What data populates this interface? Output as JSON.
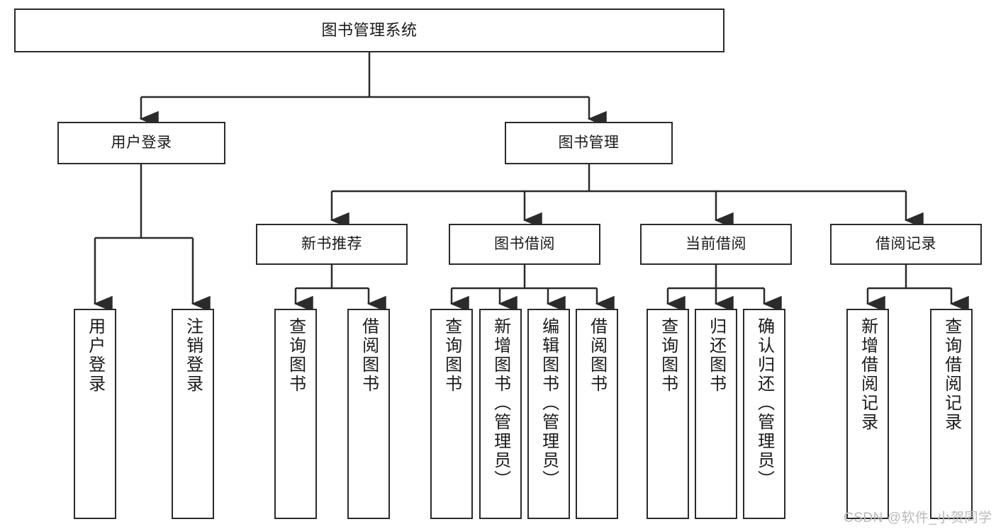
{
  "diagram": {
    "title": "图书管理系统",
    "type": "hierarchy-tree",
    "root": {
      "label": "图书管理系统"
    },
    "level2": [
      {
        "label": "用户登录"
      },
      {
        "label": "图书管理"
      }
    ],
    "level3": [
      {
        "label": "新书推荐"
      },
      {
        "label": "图书借阅"
      },
      {
        "label": "当前借阅"
      },
      {
        "label": "借阅记录"
      }
    ],
    "leaves": {
      "user_login": [
        {
          "label": "用户登录"
        },
        {
          "label": "注销登录"
        }
      ],
      "new_book_recommend": [
        {
          "label": "查询图书"
        },
        {
          "label": "借阅图书"
        }
      ],
      "book_borrow": [
        {
          "label": "查询图书"
        },
        {
          "label": "新增图书（管理员）"
        },
        {
          "label": "编辑图书（管理员）"
        },
        {
          "label": "借阅图书"
        }
      ],
      "current_borrow": [
        {
          "label": "查询图书"
        },
        {
          "label": "归还图书"
        },
        {
          "label": "确认归还（管理员）"
        }
      ],
      "borrow_records": [
        {
          "label": "新增借阅记录"
        },
        {
          "label": "查询借阅记录"
        }
      ]
    }
  },
  "watermark": {
    "text": "CSDN @软件_小贺同学"
  },
  "colors": {
    "stroke": "#2b2b2b",
    "background": "#ffffff",
    "text": "#1a1a1a",
    "watermark": "#b9b9b9"
  }
}
